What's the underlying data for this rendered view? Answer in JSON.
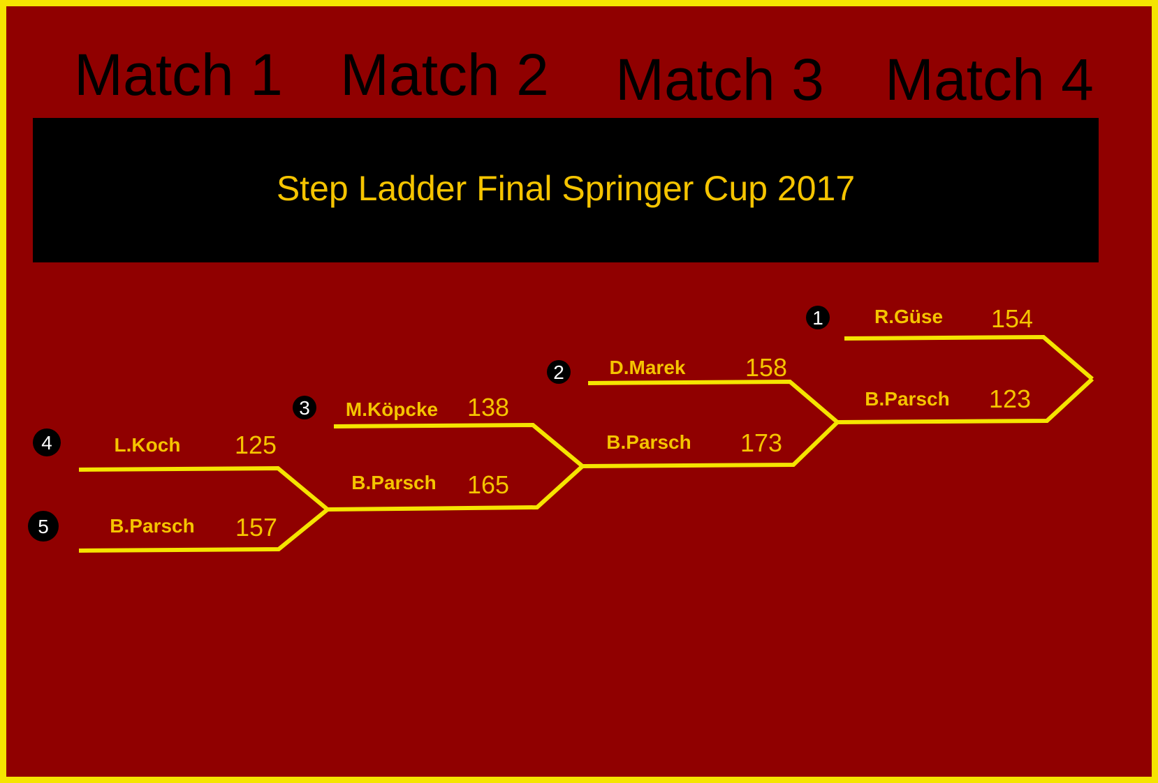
{
  "matches": [
    {
      "header": "Match 1",
      "top": {
        "name": "L.Koch",
        "score": "125"
      },
      "bottom": {
        "name": "B.Parsch",
        "score": "157"
      }
    },
    {
      "header": "Match 2",
      "top": {
        "name": "M.Köpcke",
        "score": "138"
      },
      "bottom": {
        "name": "B.Parsch",
        "score": "165"
      }
    },
    {
      "header": "Match 3",
      "top": {
        "name": "D.Marek",
        "score": "158"
      },
      "bottom": {
        "name": "B.Parsch",
        "score": "173"
      }
    },
    {
      "header": "Match 4",
      "top": {
        "name": "R.Güse",
        "score": "154"
      },
      "bottom": {
        "name": "B.Parsch",
        "score": "123"
      }
    }
  ],
  "banner": {
    "title": "Step Ladder Final Springer Cup 2017"
  },
  "seeds": [
    "1",
    "2",
    "3",
    "4",
    "5"
  ],
  "colors": {
    "background": "#900000",
    "border": "#f5e400",
    "line": "#f5e400",
    "text": "#f5c400",
    "banner": "#000000"
  }
}
